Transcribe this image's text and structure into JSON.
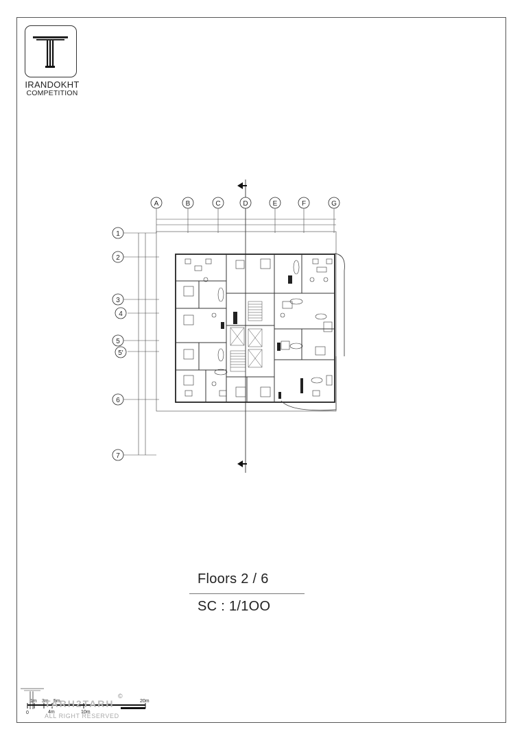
{
  "logo": {
    "title": "IRANDOKHT",
    "subtitle": "COMPETITION"
  },
  "plan": {
    "column_grid": [
      "A",
      "B",
      "C",
      "D",
      "E",
      "F",
      "G"
    ],
    "row_grid": [
      "1",
      "2",
      "3",
      "4",
      "5",
      "5'",
      "6",
      "7"
    ]
  },
  "caption": {
    "floors": "Floors  2 / 6",
    "scale": "SC : 1/1OO"
  },
  "scale_bar": {
    "labels": [
      "0",
      "1m",
      "3m",
      "4m",
      "5m",
      "10m",
      "20m"
    ]
  },
  "footer": {
    "brand": "TARH2TARH",
    "rights": "ALL RIGHT RESERVED",
    "copyright": "©"
  }
}
